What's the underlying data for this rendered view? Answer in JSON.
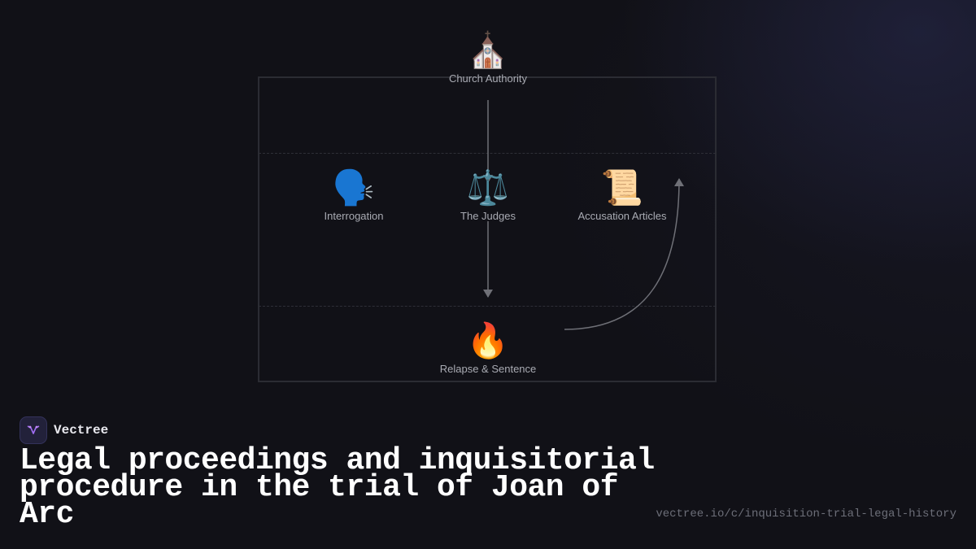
{
  "diagram": {
    "nodes": [
      {
        "id": "church",
        "icon": "⛪",
        "icon_name": "church-icon",
        "label": "Church Authority"
      },
      {
        "id": "interrogation",
        "icon": "🗣️",
        "icon_name": "speaking-head-icon",
        "label": "Interrogation"
      },
      {
        "id": "judges",
        "icon": "⚖️",
        "icon_name": "scales-icon",
        "label": "The Judges"
      },
      {
        "id": "articles",
        "icon": "📜",
        "icon_name": "scroll-icon",
        "label": "Accusation Articles"
      },
      {
        "id": "sentence",
        "icon": "🔥",
        "icon_name": "fire-icon",
        "label": "Relapse & Sentence"
      }
    ],
    "edges": [
      {
        "from": "church",
        "to": "judges"
      },
      {
        "from": "judges",
        "to": "sentence"
      },
      {
        "from": "sentence",
        "to": "articles"
      }
    ]
  },
  "brand": {
    "name": "Vectree",
    "logo_icon": "vectree-logo-icon"
  },
  "title": "Legal proceedings and inquisitorial procedure in the trial of Joan of Arc",
  "url": "vectree.io/c/inquisition-trial-legal-history",
  "colors": {
    "background": "#111117",
    "text": "#ffffff",
    "label": "#a9abb3",
    "accent": "#8b5cf6"
  }
}
